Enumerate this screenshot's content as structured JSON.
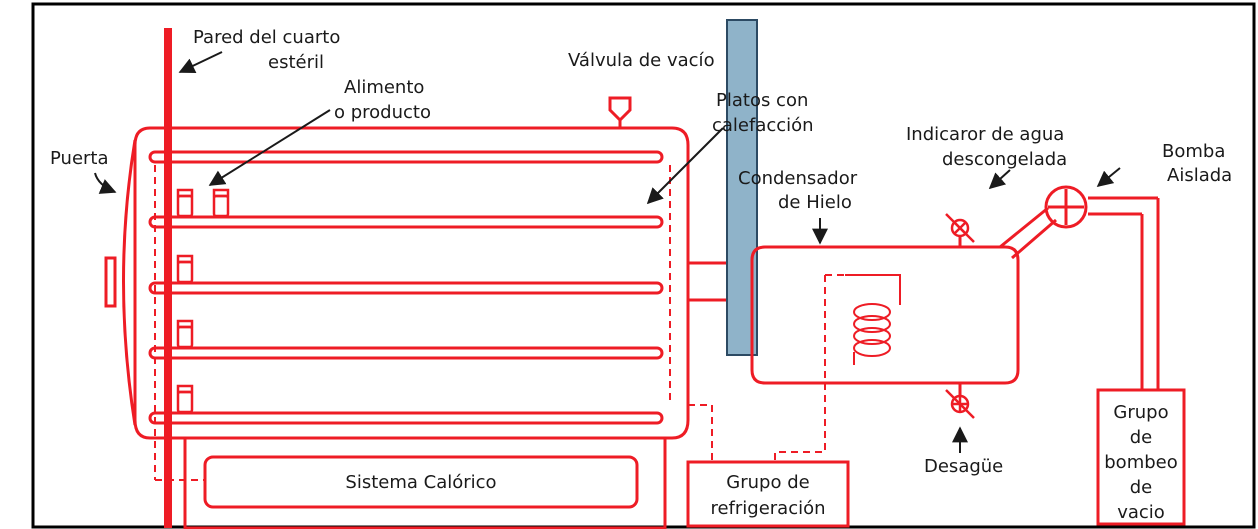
{
  "labels": {
    "pared": [
      "Pared del cuarto",
      "estéril"
    ],
    "valvula": "Válvula de vacío",
    "alimento": [
      "Alimento",
      "o producto"
    ],
    "platos": [
      "Platos con",
      "calefacción"
    ],
    "puerta": "Puerta",
    "condensador": [
      "Condensador",
      "de Hielo"
    ],
    "indicador": [
      "Indicaror de agua",
      "descongelada"
    ],
    "bomba": [
      "Bomba",
      "Aislada"
    ],
    "desague": "Desagüe",
    "sistema": "Sistema Calórico",
    "refrigeracion": [
      "Grupo de",
      "refrigeración"
    ],
    "grupo_bombeo": [
      "Grupo",
      "de",
      "bombeo",
      "de",
      "vacio"
    ]
  },
  "colors": {
    "diagram_red": "#ee1c25",
    "wall_blue": "#8fb3c9",
    "wall_blue_edge": "#2c4a63",
    "frame": "#000000"
  }
}
